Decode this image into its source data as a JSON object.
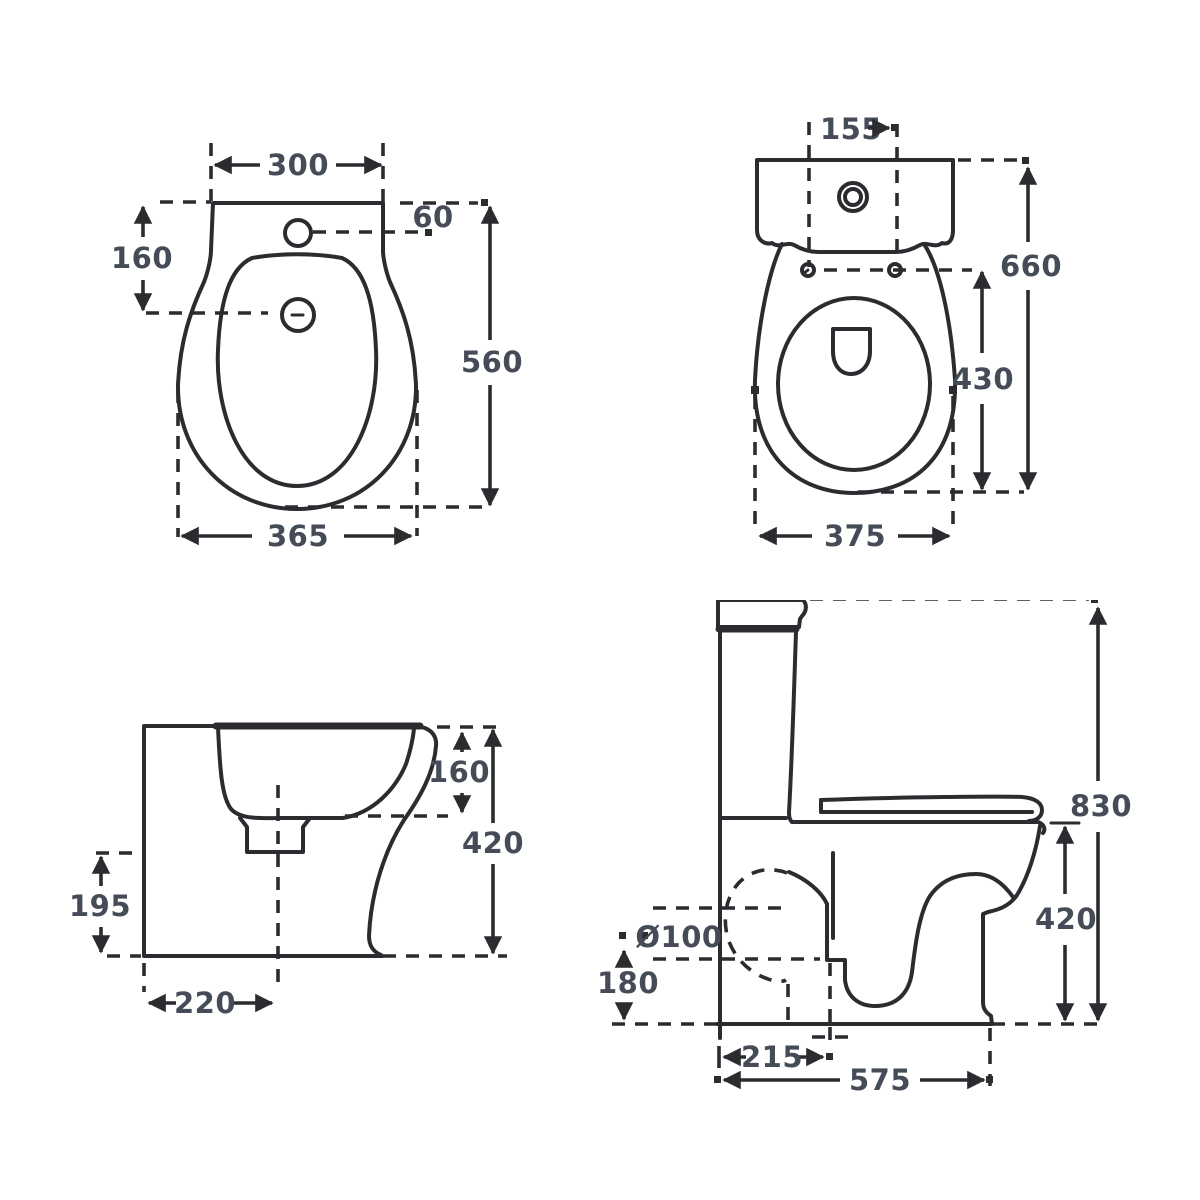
{
  "colors": {
    "background": "#ffffff",
    "line": "#2b2c30",
    "text": "#454c58"
  },
  "views": {
    "bidet_top": {
      "dims": {
        "rim_width": "300",
        "tap_offset": "60",
        "tap_depth": "160",
        "overall_depth": "560",
        "max_width": "365"
      }
    },
    "toilet_top": {
      "dims": {
        "button_offset": "155",
        "overall_depth": "660",
        "bowl_depth": "430",
        "overall_width": "375"
      }
    },
    "bidet_side": {
      "dims": {
        "basin_depth": "160",
        "overall_height": "420",
        "outlet_height": "195",
        "outlet_offset": "220"
      }
    },
    "toilet_side": {
      "dims": {
        "overall_height": "830",
        "pan_height": "420",
        "outlet_diameter": "Ø100",
        "outlet_height": "180",
        "outlet_offset": "215",
        "overall_depth": "575"
      }
    }
  }
}
